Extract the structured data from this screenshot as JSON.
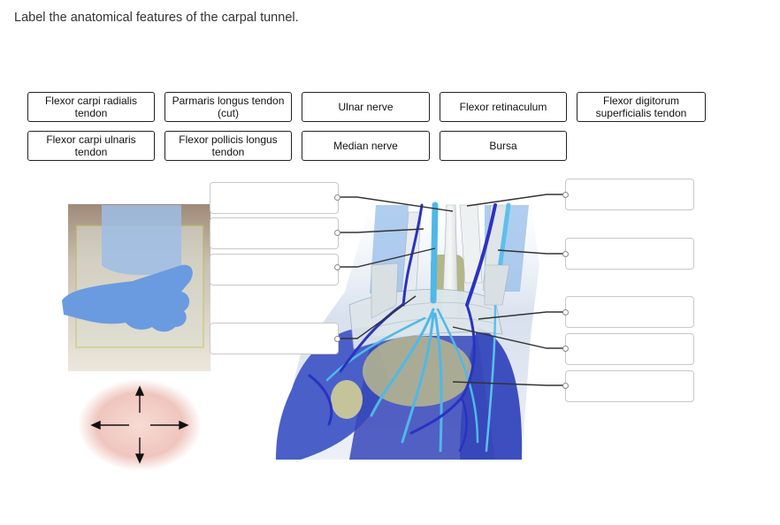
{
  "question": {
    "prompt": "Label the anatomical features of the carpal tunnel."
  },
  "word_bank": [
    {
      "label": "Flexor carpi radialis tendon"
    },
    {
      "label": "Parmaris longus tendon (cut)"
    },
    {
      "label": "Ulnar nerve"
    },
    {
      "label": "Flexor retinaculum"
    },
    {
      "label": "Flexor digitorum superficialis tendon"
    },
    {
      "label": "Flexor carpi ulnaris tendon"
    },
    {
      "label": "Flexor pollicis longus tendon"
    },
    {
      "label": "Median nerve"
    },
    {
      "label": "Bursa"
    }
  ],
  "colors": {
    "nerve": "#49b6e6",
    "vein": "#2a36c8",
    "muscle": "#4d62c9",
    "tendon": "#dfe4e8",
    "bone": "#b8b98d",
    "orientation_disc": "#efc8c0",
    "hand": "#6a9be0"
  },
  "icons": {
    "orientation": "four-way-arrows-icon"
  }
}
